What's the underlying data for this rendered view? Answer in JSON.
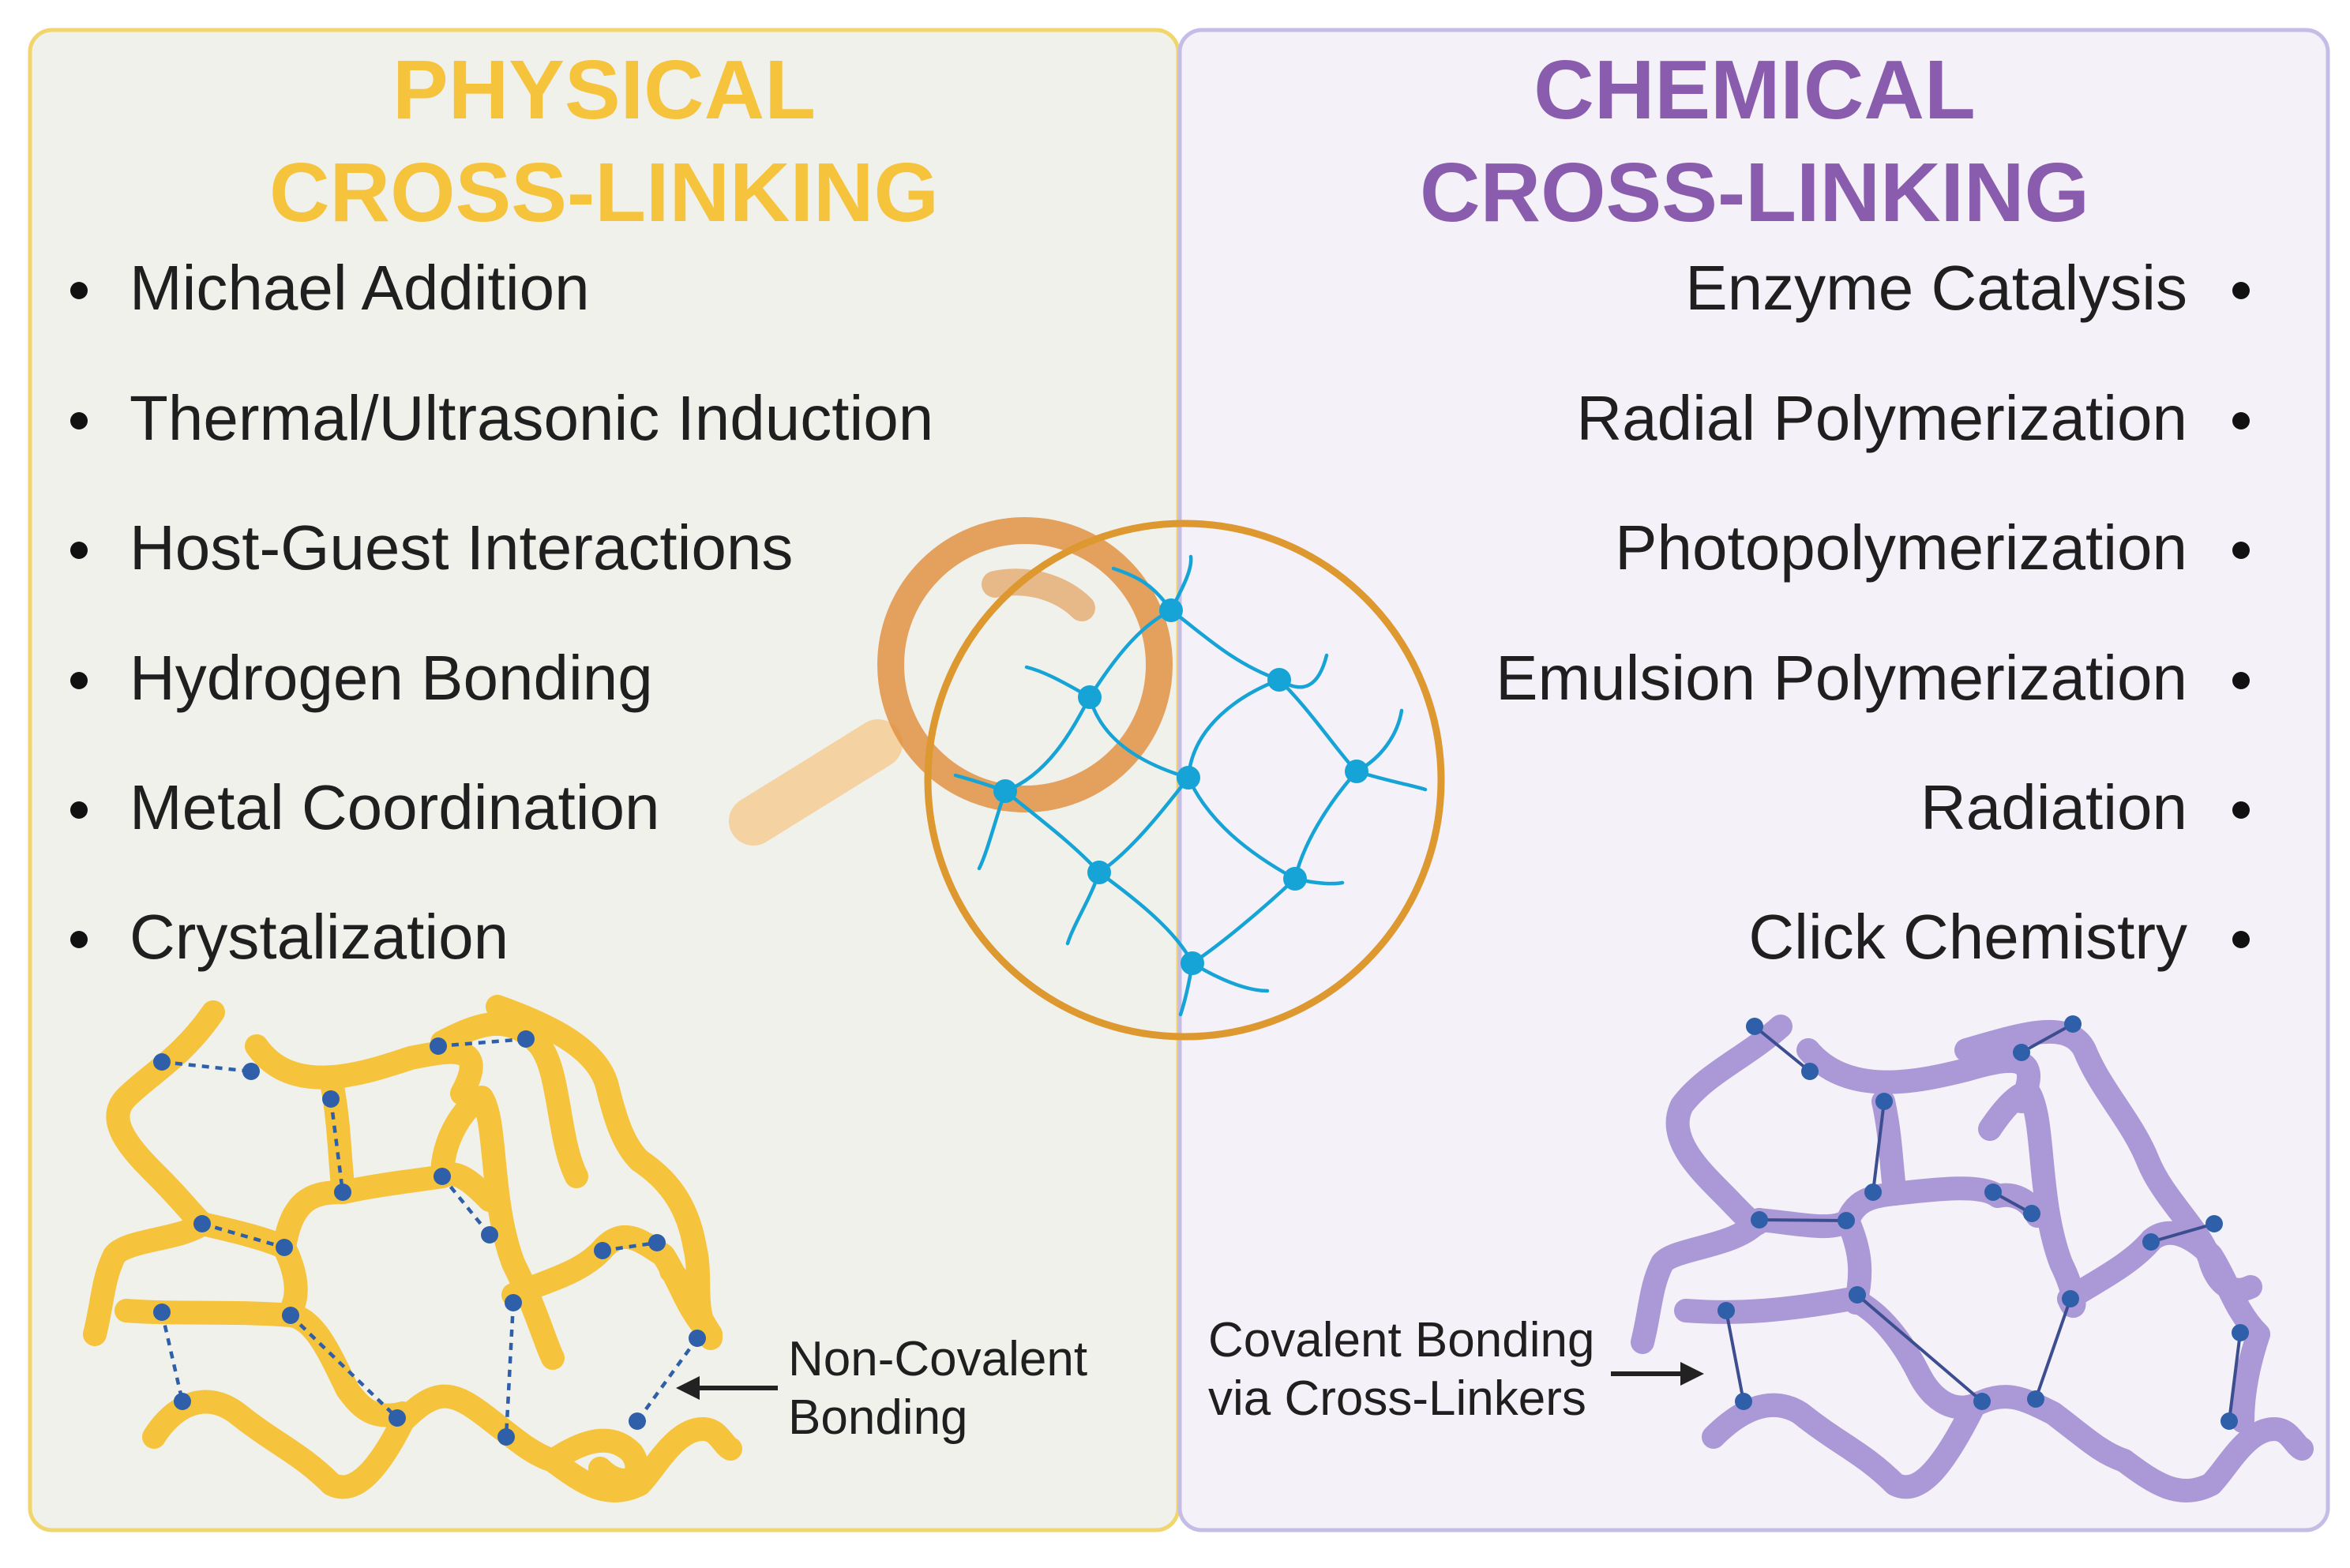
{
  "colors": {
    "physical": "#f5c33c",
    "physical_panel": "#f1f1ec",
    "chemical": "#8a5cad",
    "chemical_strand": "#ab98d6",
    "chemical_panel": "#f4f1f8",
    "chemical_border": "#c5bde6",
    "crosslink_dot": "#2e5fa8",
    "network": "#16a3d6",
    "magnifier": "#e08a36",
    "lens_circle": "#dd9830"
  },
  "physical": {
    "title_line1": "PHYSICAL",
    "title_line2": "CROSS-LINKING",
    "items": [
      "Michael Addition",
      "Thermal/Ultrasonic Induction",
      "Host-Guest Interactions",
      "Hydrogen Bonding",
      "Metal Coordination",
      "Crystalization"
    ],
    "note_line1": "Non-Covalent",
    "note_line2": "Bonding"
  },
  "chemical": {
    "title_line1": "CHEMICAL",
    "title_line2": "CROSS-LINKING",
    "items": [
      "Enzyme Catalysis",
      "Radial Polymerization",
      "Photopolymerization",
      "Emulsion Polymerization",
      "Radiation",
      "Click Chemistry"
    ],
    "note_line1": "Covalent Bonding",
    "note_line2": "via Cross-Linkers"
  },
  "icons": {
    "magnifier": "magnifying-glass-icon",
    "bullet": "bullet-dot-icon",
    "arrow": "arrow-left-icon"
  }
}
